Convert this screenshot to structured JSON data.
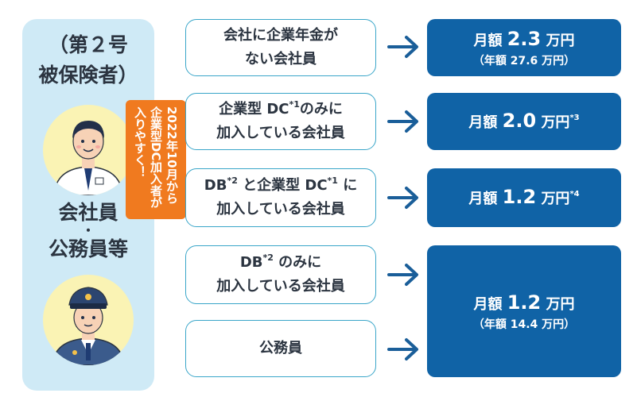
{
  "category": {
    "line1": "（第２号",
    "line2": "被保険者）"
  },
  "employee": {
    "line1": "会社員",
    "dot": "・",
    "line2": "公務員等"
  },
  "badge": {
    "col1": "2022年10月から",
    "col2": "企業型DC加入者が",
    "col3": "入りやすく！"
  },
  "cases": [
    {
      "lines": [
        "会社に企業年金が",
        "ない会社員"
      ]
    },
    {
      "lines": [
        "企業型 DC",
        "のみに"
      ],
      "sup": "*1",
      "line2": "加入している会社員"
    },
    {
      "parts": [
        "DB",
        "*2",
        " と企業型 DC",
        "*1",
        " に"
      ],
      "line2": "加入している会社員"
    },
    {
      "parts": [
        "DB",
        "*2",
        " のみに"
      ],
      "line2": "加入している会社員"
    },
    {
      "lines": [
        "公務員"
      ]
    }
  ],
  "results": [
    {
      "prefix": "月額",
      "value": "2.3",
      "unit": "万円",
      "sub": "（年額 27.6 万円）",
      "note": ""
    },
    {
      "prefix": "月額",
      "value": "2.0",
      "unit": "万円",
      "sub": "",
      "note": "*3"
    },
    {
      "prefix": "月額",
      "value": "1.2",
      "unit": "万円",
      "sub": "",
      "note": "*4"
    },
    {
      "prefix": "月額",
      "value": "1.2",
      "unit": "万円",
      "sub": "（年額 14.4 万円）",
      "note": ""
    }
  ],
  "colors": {
    "panel": "#cfeaf6",
    "badge": "#f07a1f",
    "result": "#1063a6",
    "border": "#3aa6c9",
    "arrow": "#1a5e99"
  },
  "icons": {
    "worker": "office-worker-icon",
    "official": "civil-servant-icon",
    "arrow": "arrow-right-icon"
  }
}
